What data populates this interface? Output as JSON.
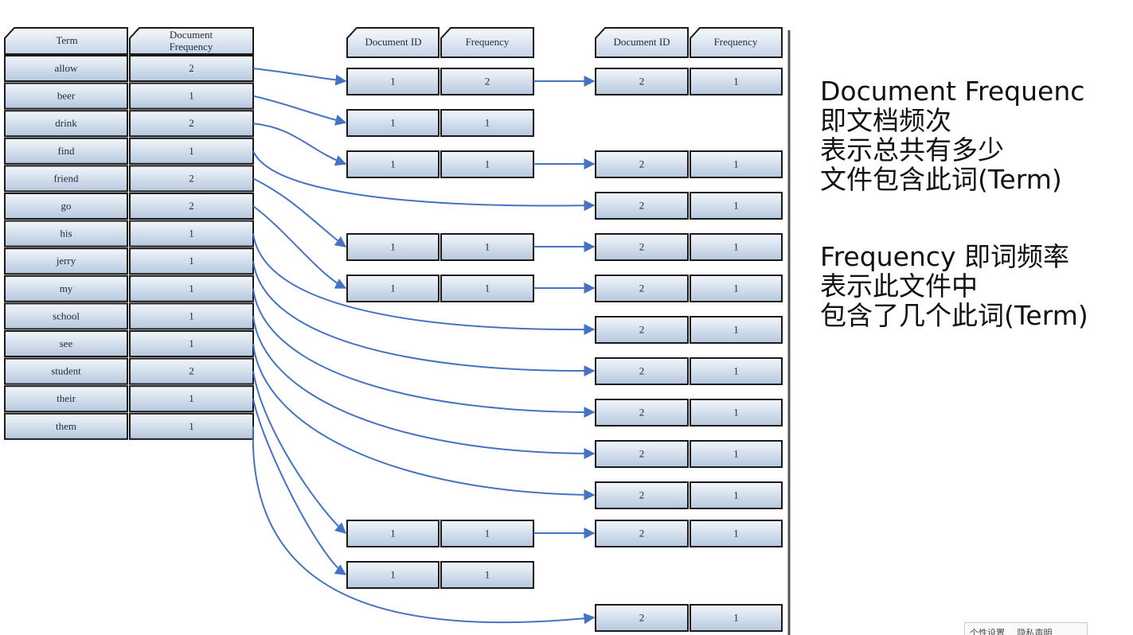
{
  "headers": {
    "term": "Term",
    "doc_freq_line1": "Document",
    "doc_freq_line2": "Frequency",
    "doc_id": "Document ID",
    "frequency": "Frequency"
  },
  "terms": [
    {
      "term": "allow",
      "df": "2"
    },
    {
      "term": "beer",
      "df": "1"
    },
    {
      "term": "drink",
      "df": "2"
    },
    {
      "term": "find",
      "df": "1"
    },
    {
      "term": "friend",
      "df": "2"
    },
    {
      "term": "go",
      "df": "2"
    },
    {
      "term": "his",
      "df": "1"
    },
    {
      "term": "jerry",
      "df": "1"
    },
    {
      "term": "my",
      "df": "1"
    },
    {
      "term": "school",
      "df": "1"
    },
    {
      "term": "see",
      "df": "1"
    },
    {
      "term": "student",
      "df": "2"
    },
    {
      "term": "their",
      "df": "1"
    },
    {
      "term": "them",
      "df": "1"
    }
  ],
  "postings_col1": [
    {
      "doc_id": "1",
      "freq": "2"
    },
    {
      "doc_id": "1",
      "freq": "1"
    },
    {
      "doc_id": "1",
      "freq": "1"
    },
    {
      "doc_id": "1",
      "freq": "1"
    },
    {
      "doc_id": "1",
      "freq": "1"
    },
    {
      "doc_id": "1",
      "freq": "1"
    },
    {
      "doc_id": "1",
      "freq": "1"
    }
  ],
  "postings_col2": [
    {
      "doc_id": "2",
      "freq": "1"
    },
    {
      "doc_id": "2",
      "freq": "1"
    },
    {
      "doc_id": "2",
      "freq": "1"
    },
    {
      "doc_id": "2",
      "freq": "1"
    },
    {
      "doc_id": "2",
      "freq": "1"
    },
    {
      "doc_id": "2",
      "freq": "1"
    },
    {
      "doc_id": "2",
      "freq": "1"
    },
    {
      "doc_id": "2",
      "freq": "1"
    },
    {
      "doc_id": "2",
      "freq": "1"
    },
    {
      "doc_id": "2",
      "freq": "1"
    },
    {
      "doc_id": "2",
      "freq": "1"
    },
    {
      "doc_id": "2",
      "freq": "1"
    }
  ],
  "notes": {
    "df_lines": [
      "Document Frequenc",
      "即文档频次",
      "表示总共有多少",
      "文件包含此词(Term)"
    ],
    "freq_lines": [
      "Frequency 即词频率",
      "表示此文件中",
      "包含了几个此词(Term)"
    ]
  },
  "corner_widget": {
    "label_1": "个性设置",
    "label_2": "隐私声明"
  },
  "colors": {
    "cell_fill_top": "#f2f6fb",
    "cell_fill_bottom": "#b6c8de",
    "cell_border": "#1a1a1a",
    "arrow": "#4472c4",
    "text": "#111111"
  }
}
